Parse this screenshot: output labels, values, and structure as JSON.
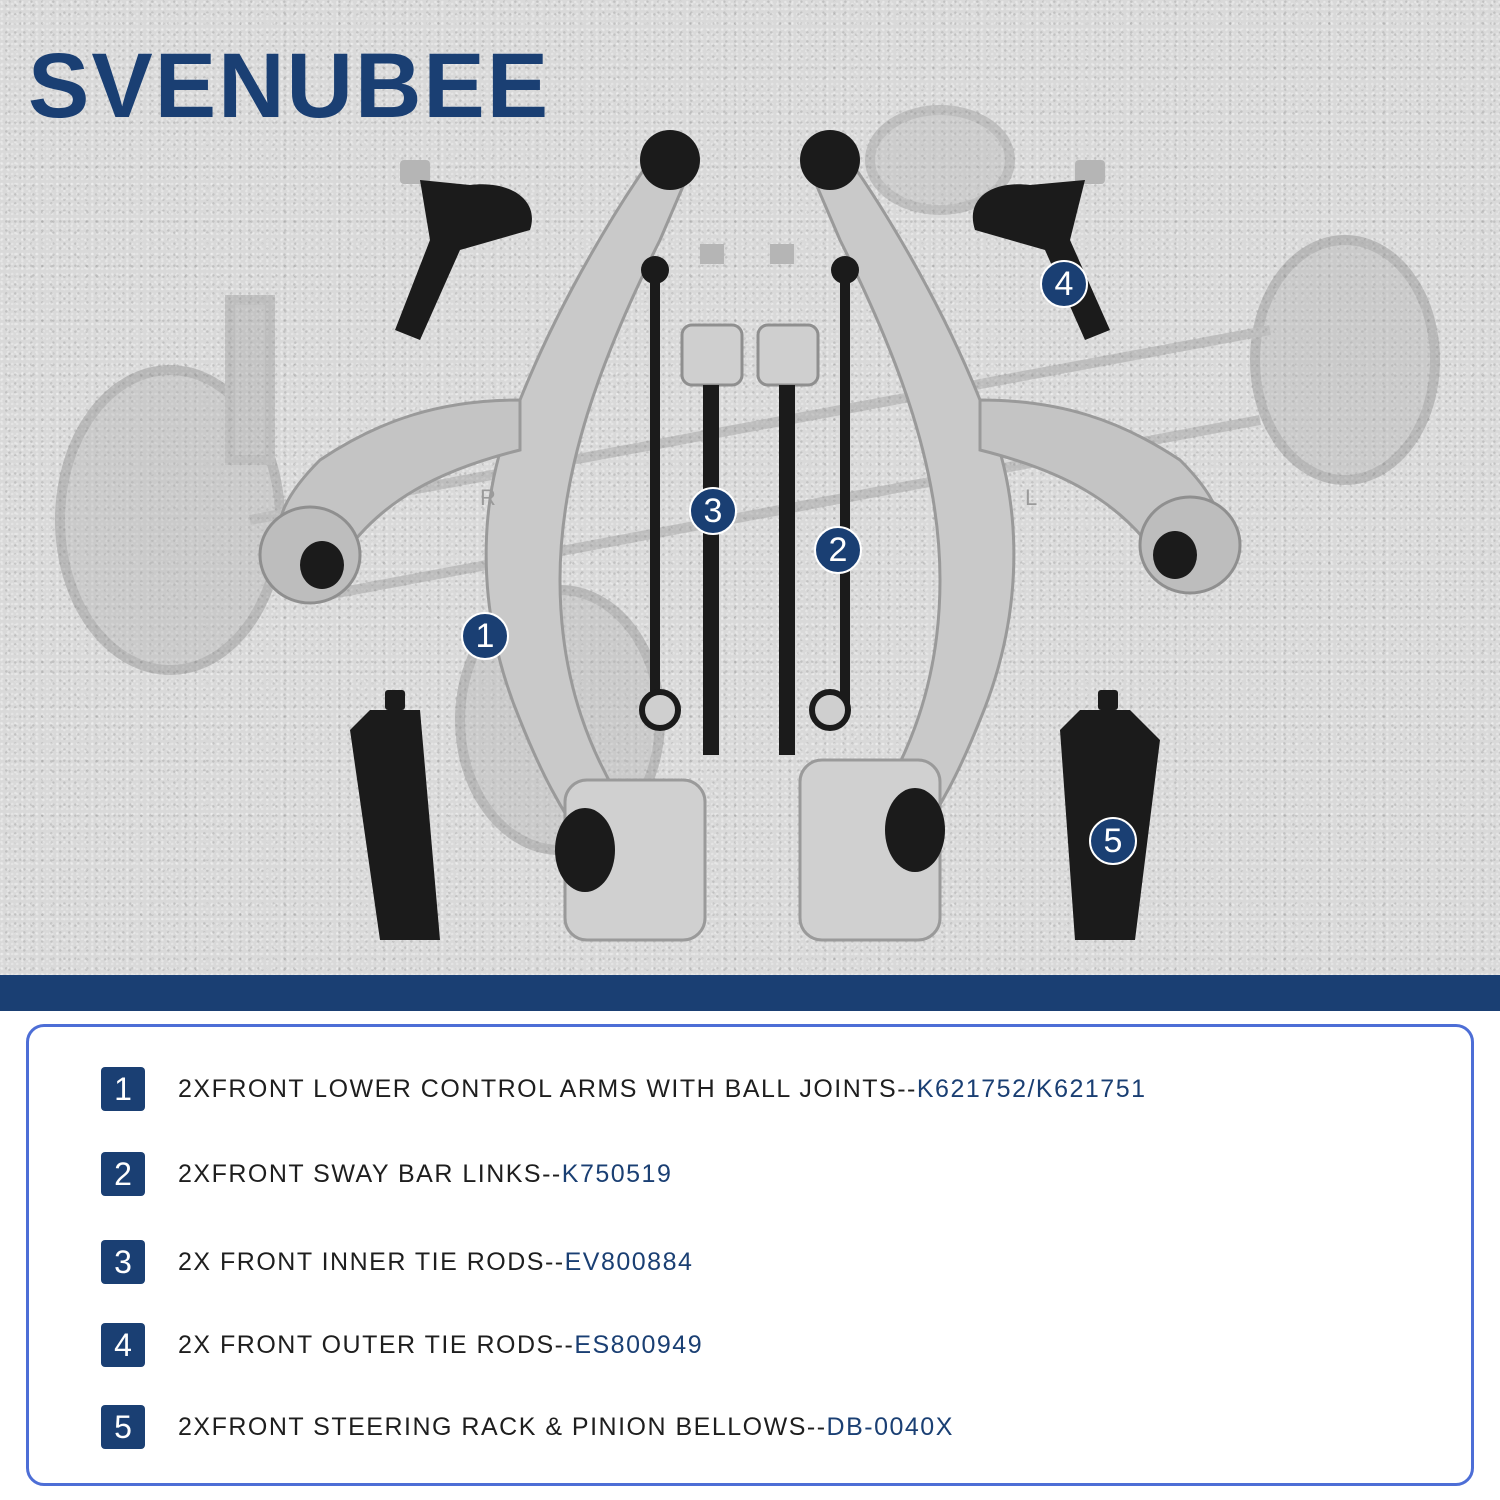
{
  "brand": {
    "logo": "SVENUBEE",
    "color": "#1a3f73"
  },
  "badges": [
    "1",
    "2",
    "3",
    "4",
    "5"
  ],
  "items": [
    {
      "num": "1",
      "text": "2XFRONT LOWER CONTROL ARMS WITH BALL JOINTS--",
      "code": "K621752/K621751"
    },
    {
      "num": "2",
      "text": "2XFRONT SWAY BAR LINKS--",
      "code": "K750519"
    },
    {
      "num": "3",
      "text": "2X FRONT INNER TIE RODS--",
      "code": "EV800884"
    },
    {
      "num": "4",
      "text": "2X FRONT OUTER TIE RODS--",
      "code": "ES800949"
    },
    {
      "num": "5",
      "text": "2XFRONT STEERING RACK & PINION BELLOWS--",
      "code": "DB-0040X"
    }
  ],
  "colors": {
    "accent": "#1a3f73",
    "border": "#4d6ed6",
    "part_metal": "#c8c8c8",
    "part_rubber": "#1b1b1b"
  }
}
